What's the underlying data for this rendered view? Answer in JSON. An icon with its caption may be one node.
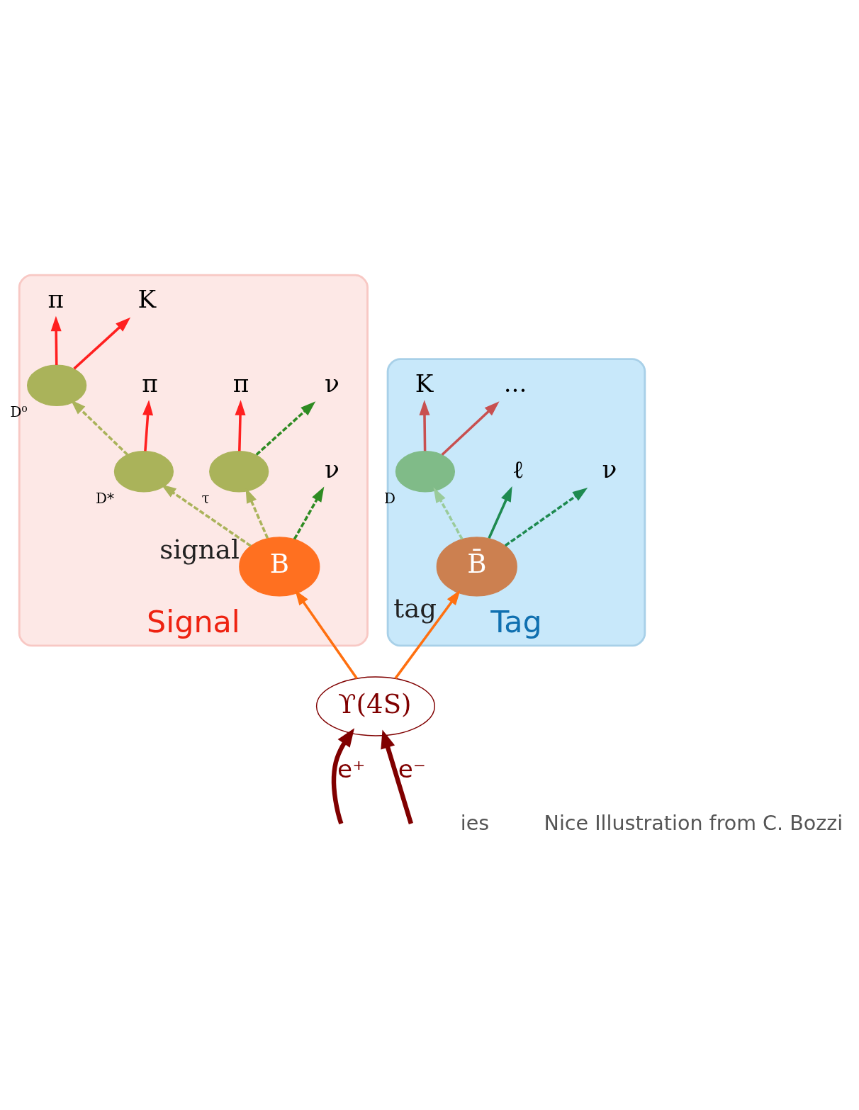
{
  "diagram": {
    "nodes": [
      {
        "text": [
          "Signal"
        ]
      },
      {
        "text": [
          "B"
        ],
        "beside": [
          "signal"
        ],
        "in": 0
      },
      {
        "text": [],
        "shape": "circle",
        "beside": [
          "D*"
        ],
        "in": 0
      },
      {
        "text": [],
        "shape": "circle",
        "beside": [
          "D⁰"
        ],
        "in": 0
      },
      {
        "text": [],
        "shape": "circle",
        "beside": [
          "τ"
        ],
        "in": 0
      },
      {
        "text": [
          "π"
        ],
        "in": 0
      },
      {
        "text": [
          "K"
        ],
        "in": 0
      },
      {
        "text": [
          "π"
        ],
        "in": 0
      },
      {
        "text": [
          "π"
        ],
        "in": 0
      },
      {
        "text": [
          "ν"
        ],
        "in": 0
      },
      {
        "text": [
          "ν"
        ],
        "in": 0
      },
      {
        "text": [
          "ϒ(4S)"
        ]
      },
      {
        "text": [
          "Tag"
        ]
      },
      {
        "text": [
          "B̄"
        ],
        "beside": [
          "tag"
        ],
        "in": 12
      },
      {
        "text": [],
        "shape": "circle",
        "beside": [
          "D"
        ],
        "in": 12
      },
      {
        "text": [
          "K"
        ],
        "in": 12
      },
      {
        "text": [
          "..."
        ],
        "in": 12
      },
      {
        "text": [
          "ℓ"
        ],
        "in": 12
      },
      {
        "text": [
          "ν"
        ],
        "in": 12
      }
    ],
    "edges": [
      {
        "from": null,
        "to": 11,
        "arrow": "to",
        "label": "e⁺",
        "style": "thick",
        "color": "#800000"
      },
      {
        "from": null,
        "to": 11,
        "arrow": "to",
        "label": "e⁻",
        "style": "thick",
        "color": "#800000"
      },
      {
        "from": 11,
        "to": 1,
        "arrow": "to",
        "color": "#ff7010"
      },
      {
        "from": 11,
        "to": 13,
        "arrow": "to",
        "color": "#ff7010"
      },
      {
        "from": 1,
        "to": 2,
        "arrow": "to",
        "style": "dashed",
        "color": "#aab35a"
      },
      {
        "from": 1,
        "to": 4,
        "arrow": "to",
        "style": "dashed",
        "color": "#aab35a"
      },
      {
        "from": 1,
        "to": 10,
        "arrow": "to",
        "style": "dashed",
        "color": "#2e8b22"
      },
      {
        "from": 2,
        "to": 3,
        "arrow": "to",
        "style": "dashed",
        "color": "#aab35a"
      },
      {
        "from": 2,
        "to": 7,
        "arrow": "to"
      },
      {
        "from": 3,
        "to": 6,
        "arrow": "to"
      },
      {
        "from": 3,
        "to": 5,
        "arrow": "to"
      },
      {
        "from": 4,
        "to": 8,
        "arrow": "to"
      },
      {
        "from": 4,
        "to": 9,
        "arrow": "to",
        "style": "dashed",
        "color": "#2e8b22"
      },
      {
        "from": 13,
        "to": 14,
        "arrow": "to",
        "style": "dashed",
        "color": "#9acb9a"
      },
      {
        "from": 13,
        "to": 17,
        "arrow": "to",
        "color": "#1e8a50"
      },
      {
        "from": 13,
        "to": 18,
        "arrow": "to",
        "style": "dashed",
        "color": "#1e8a50"
      },
      {
        "from": 14,
        "to": 15,
        "arrow": "to",
        "color": "#c85050"
      },
      {
        "from": 14,
        "to": 16,
        "arrow": "to",
        "color": "#c85050"
      }
    ],
    "labels": [
      "ies",
      "Nice Illustration from C. Bozzi"
    ]
  }
}
